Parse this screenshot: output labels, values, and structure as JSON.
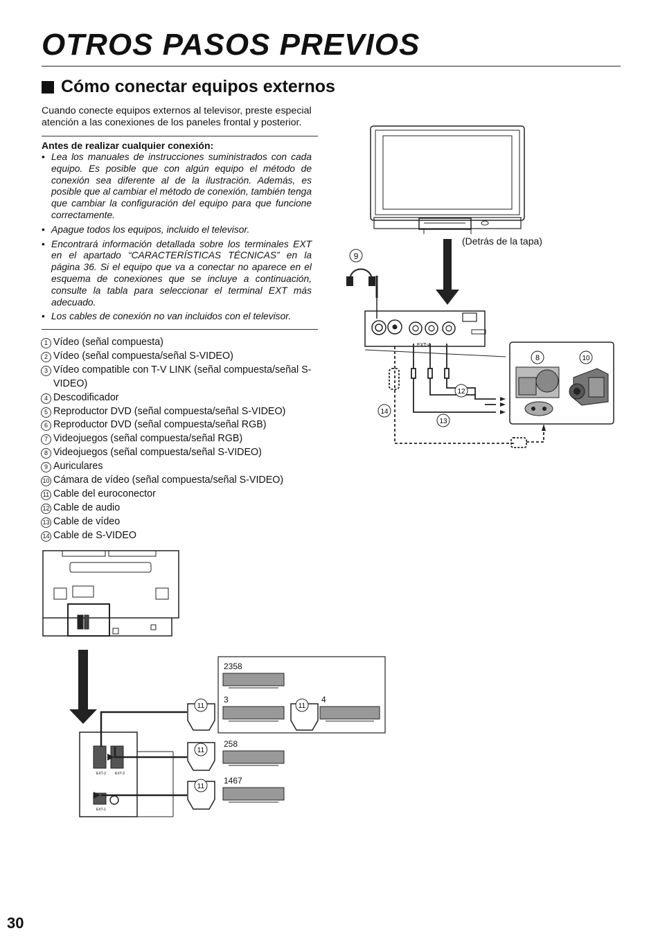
{
  "page": {
    "title": "OTROS PASOS PREVIOS",
    "section_heading": "Cómo conectar equipos externos",
    "intro": "Cuando conecte equipos externos al televisor, preste especial atención a las conexiones de los paneles frontal y posterior.",
    "before_title": "Antes de realizar cualquier conexión:",
    "bullets": [
      "Lea los manuales de instrucciones suministrados con cada equipo. Es posible que con algún equipo el método de conexión sea diferente al de la ilustración. Además, es posible que al cambiar el método de conexión, también tenga que cambiar la configuración del equipo para que funcione correctamente.",
      "Apague todos los equipos, incluido el televisor.",
      "Encontrará información detallada sobre los terminales EXT en el apartado “CARACTERÍSTICAS TÉCNICAS” en la página 36. Si el equipo que va a conectar no aparece en el esquema de conexiones que se incluye a continuación, consulte la tabla para seleccionar el terminal EXT más adecuado.",
      "Los cables de conexión no van incluidos con el televisor."
    ],
    "legend": [
      {
        "num": "1",
        "label": "Vídeo (señal compuesta)"
      },
      {
        "num": "2",
        "label": "Vídeo (señal compuesta/señal S-VIDEO)"
      },
      {
        "num": "3",
        "label": "Vídeo compatible con T-V LINK (señal compuesta/señal S-VIDEO)"
      },
      {
        "num": "4",
        "label": "Descodificador"
      },
      {
        "num": "5",
        "label": "Reproductor DVD (señal compuesta/señal S-VIDEO)"
      },
      {
        "num": "6",
        "label": "Reproductor DVD (señal compuesta/señal RGB)"
      },
      {
        "num": "7",
        "label": "Videojuegos (señal compuesta/señal RGB)"
      },
      {
        "num": "8",
        "label": "Videojuegos (señal compuesta/señal S-VIDEO)"
      },
      {
        "num": "9",
        "label": "Auriculares"
      },
      {
        "num": "10",
        "label": "Cámara de vídeo (señal compuesta/señal S-VIDEO)"
      },
      {
        "num": "11",
        "label": "Cable del euroconector"
      },
      {
        "num": "12",
        "label": "Cable de audio"
      },
      {
        "num": "13",
        "label": "Cable de vídeo"
      },
      {
        "num": "14",
        "label": "Cable de S-VIDEO"
      }
    ],
    "page_number": "30"
  },
  "front_diagram": {
    "behind_cover_label": "(Detrás de la tapa)",
    "callouts": {
      "headphones": "9",
      "game_console": "8",
      "camcorder": "10",
      "audio_cable": "12",
      "video_cable": "13",
      "svideo_cable": "14"
    },
    "panel_label": "EXT-4"
  },
  "rear_diagram": {
    "group_labels": {
      "top_box": "2358",
      "box_left": "3",
      "box_right": "4",
      "ext2_row": "258",
      "ext1_row": "1467"
    },
    "scart_callout": "11",
    "terminal_labels": {
      "ext2": "EXT-2",
      "ext3": "EXT-3",
      "ext1": "EXT-1"
    }
  }
}
